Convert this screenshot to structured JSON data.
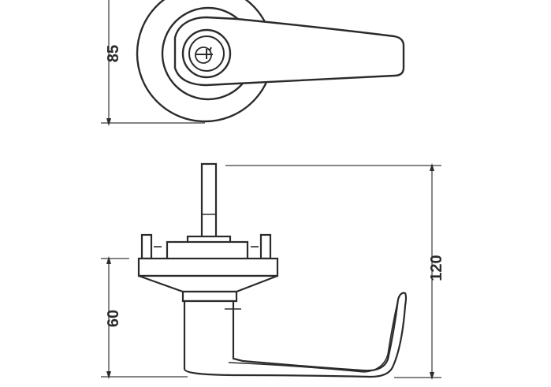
{
  "drawing": {
    "top_view": {
      "dimension_height": "85"
    },
    "side_view": {
      "dimension_base_height": "60",
      "dimension_total_height": "120"
    }
  },
  "colors": {
    "line": "#2b2b2b",
    "dim": "#3a3a3a",
    "background": "#ffffff"
  }
}
